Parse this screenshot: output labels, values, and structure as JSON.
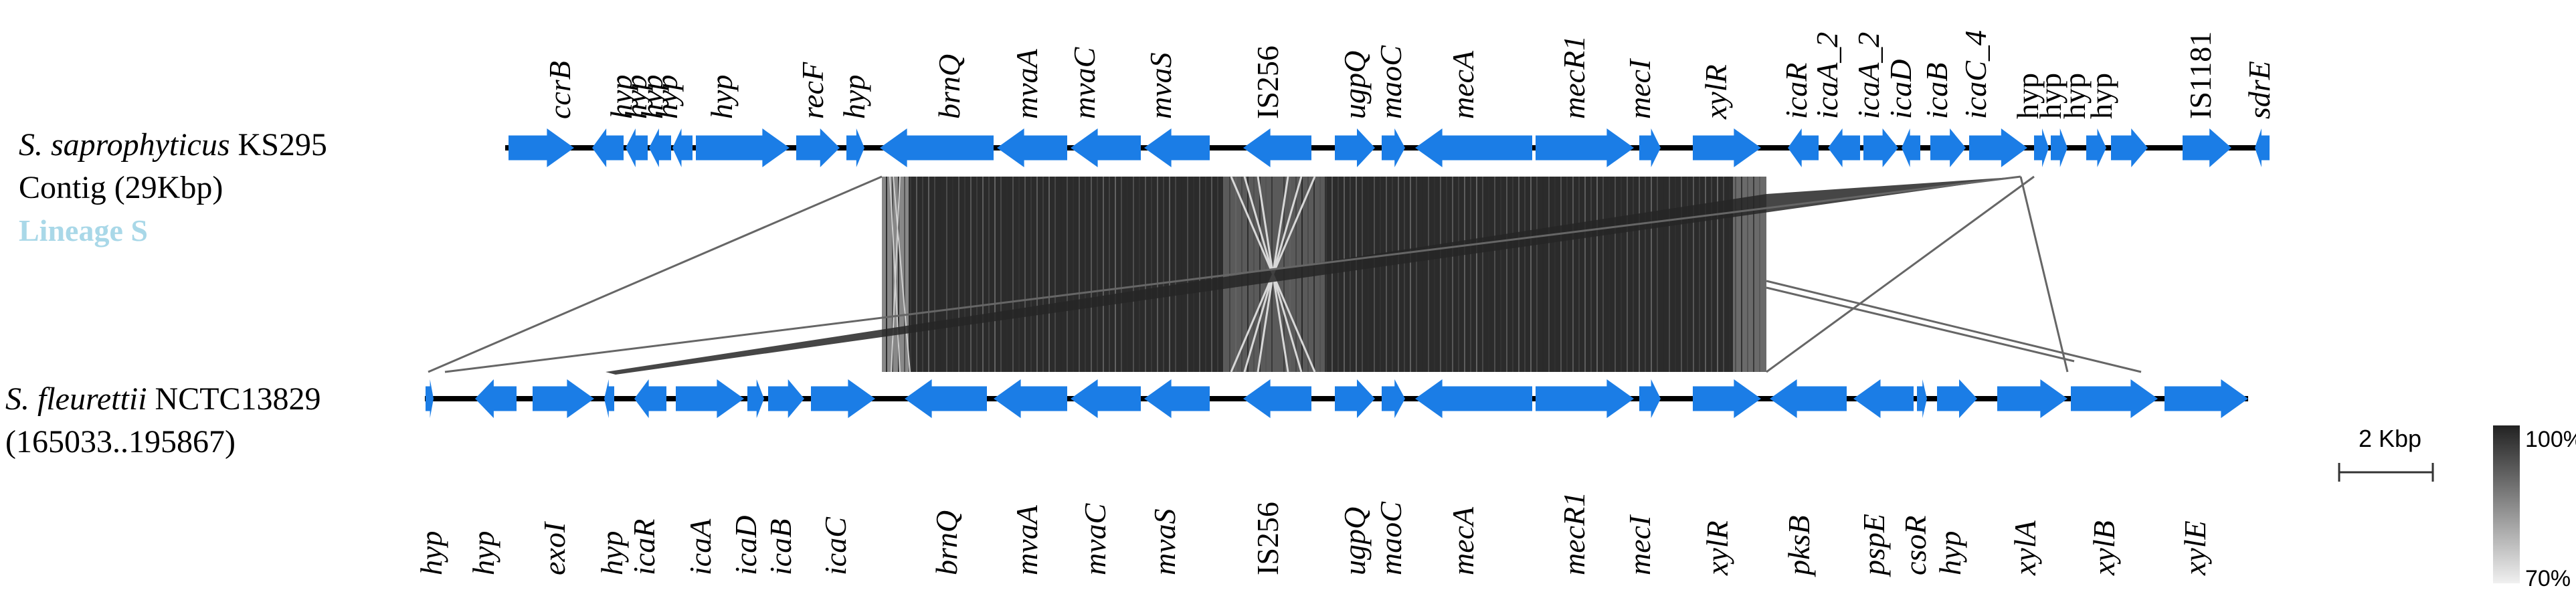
{
  "labels": {
    "top_species": "S. saprophyticus",
    "top_strain": " KS295",
    "top_contig": "Contig (29Kbp)",
    "lineage": "Lineage S",
    "bottom_species": "S. fleurettii",
    "bottom_strain": " NCTC13829",
    "bottom_range": "(165033..195867)"
  },
  "scale_bar": {
    "label": "2 Kbp"
  },
  "identity_legend": {
    "max_label": "100%",
    "min_label": "70%"
  },
  "colors": {
    "gene": "#1b7de6",
    "backbone": "#000000",
    "lineage_text": "#a9d8e8",
    "homology_dark": "#2b2b2b",
    "homology_light": "#d8d8d8"
  },
  "top_genes": [
    "ccrB",
    "hyp",
    "hyp",
    "hyp",
    "hyp",
    "hyp",
    "recF",
    "hyp",
    "brnQ",
    "mvaA",
    "mvaC",
    "mvaS",
    "IS256",
    "ugpQ",
    "maoC",
    "mecA",
    "mecR1",
    "mecI",
    "xylR",
    "icaR",
    "icaA_2",
    "icaA_2",
    "icaD",
    "icaB",
    "icaC_4",
    "hyp",
    "hyp",
    "hyp",
    "hyp",
    "IS1181",
    "sdrE"
  ],
  "bottom_genes": [
    "hyp",
    "hyp",
    "exoI",
    "hyp",
    "icaR",
    "icaA",
    "icaD",
    "icaB",
    "icaC",
    "brnQ",
    "mvaA",
    "mvaC",
    "mvaS",
    "IS256",
    "ugpQ",
    "maoC",
    "mecA",
    "mecR1",
    "mecI",
    "xylR",
    "pksB",
    "pspE",
    "csoR",
    "hyp",
    "xylA",
    "xylB",
    "xylE"
  ]
}
